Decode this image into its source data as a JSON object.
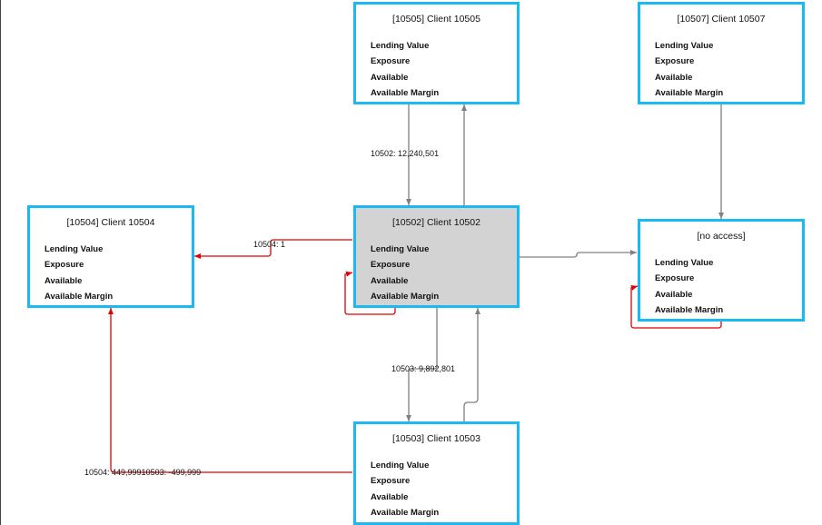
{
  "nodes": {
    "c10505": {
      "title": "[10505] Client 10505",
      "fields": [
        "Lending Value",
        "Exposure",
        "Available",
        "Available Margin"
      ]
    },
    "c10507": {
      "title": "[10507] Client 10507",
      "fields": [
        "Lending Value",
        "Exposure",
        "Available",
        "Available Margin"
      ]
    },
    "c10504": {
      "title": "[10504] Client 10504",
      "fields": [
        "Lending Value",
        "Exposure",
        "Available",
        "Available Margin"
      ]
    },
    "c10502": {
      "title": "[10502] Client 10502",
      "fields": [
        "Lending Value",
        "Exposure",
        "Available",
        "Available Margin"
      ]
    },
    "noaccess": {
      "title": "[no access]",
      "fields": [
        "Lending Value",
        "Exposure",
        "Available",
        "Available Margin"
      ]
    },
    "c10503": {
      "title": "[10503] Client 10503",
      "fields": [
        "Lending Value",
        "Exposure",
        "Available",
        "Available Margin"
      ]
    }
  },
  "edge_labels": {
    "e10502": "10502: 12,240,501",
    "e10504_1": "10504: 1",
    "e10503": "10503: 9,892,801",
    "e10504_long": "10504: 449,99910503: -499,999"
  },
  "colors": {
    "node_border": "#1ab9ef",
    "selected_fill": "#d3d3d3",
    "edge_gray": "#808080",
    "edge_red": "#e00000"
  }
}
